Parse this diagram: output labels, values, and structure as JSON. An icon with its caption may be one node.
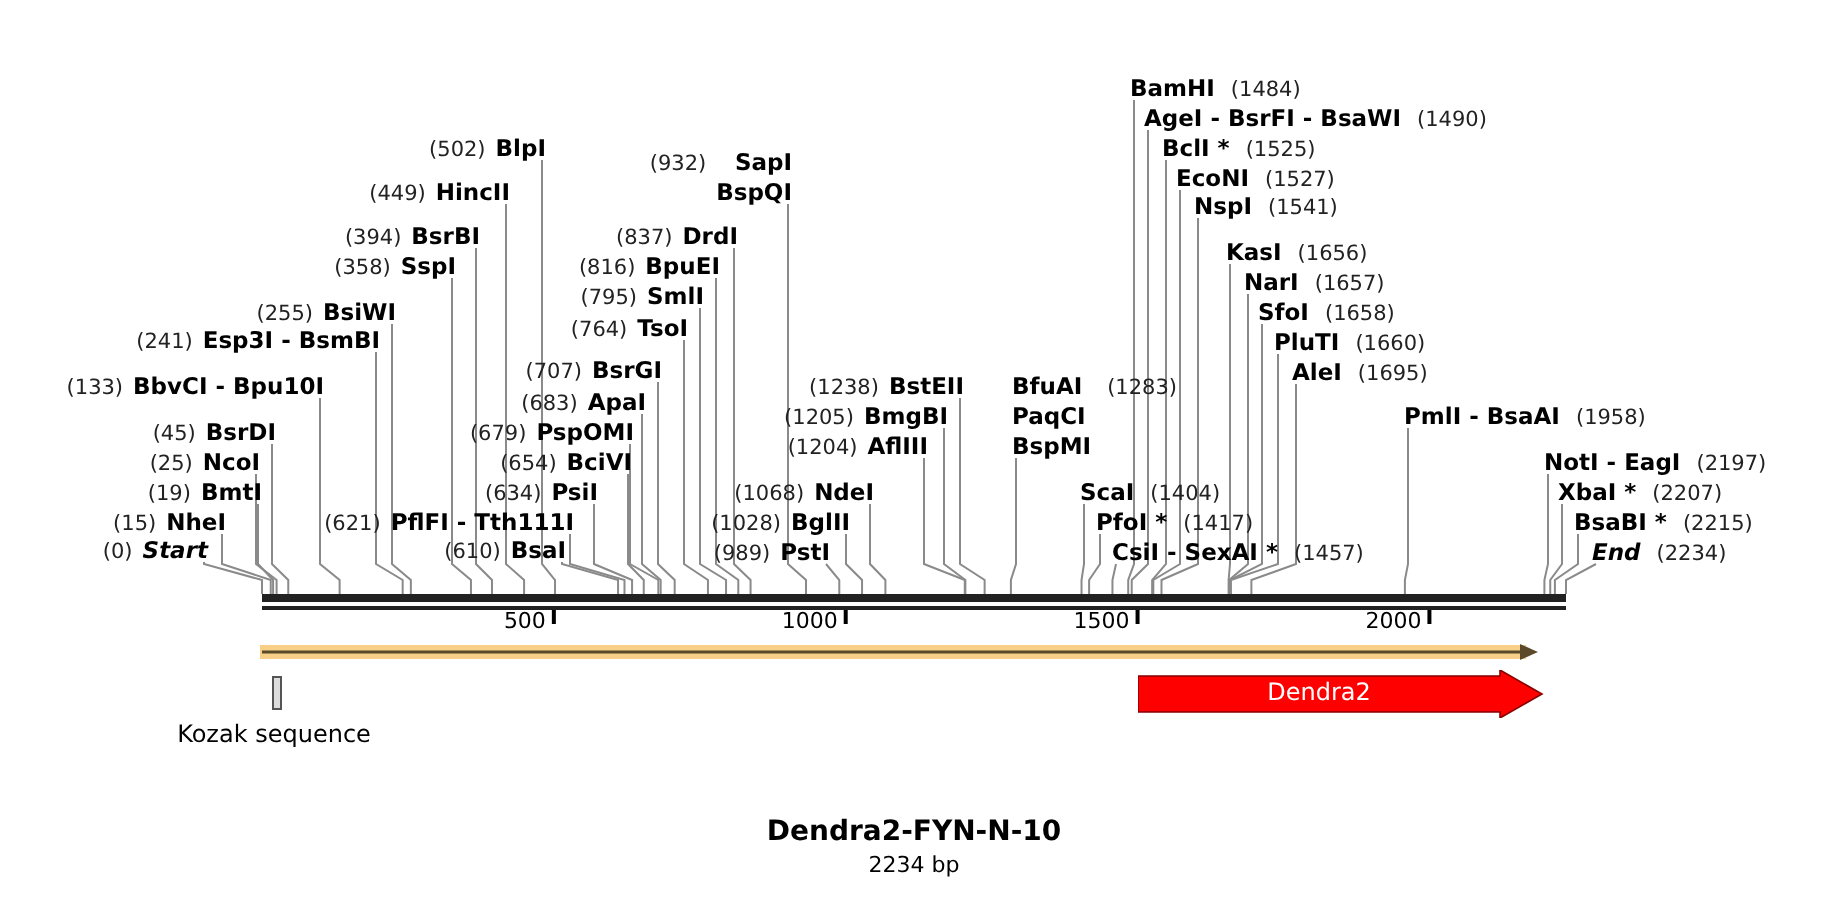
{
  "diagram": {
    "title": "Dendra2-FYN-N-10",
    "caption": "2234 bp",
    "nodes": [
      {
        "text": [
          "Start"
        ],
        "beside": [
          "(0)"
        ]
      },
      {
        "text": [
          "NheI"
        ],
        "beside": [
          "(15)"
        ]
      },
      {
        "text": [
          "BmtI"
        ],
        "beside": [
          "(19)"
        ]
      },
      {
        "text": [
          "NcoI"
        ],
        "beside": [
          "(25)"
        ]
      },
      {
        "text": [
          "BsrDI"
        ],
        "beside": [
          "(45)"
        ]
      },
      {
        "text": [
          "BbvCI - Bpu10I"
        ],
        "beside": [
          "(133)"
        ]
      },
      {
        "text": [
          "Esp3I - BsmBI"
        ],
        "beside": [
          "(241)"
        ]
      },
      {
        "text": [
          "BsiWI"
        ],
        "beside": [
          "(255)"
        ]
      },
      {
        "text": [
          "SspI"
        ],
        "beside": [
          "(358)"
        ]
      },
      {
        "text": [
          "BsrBI"
        ],
        "beside": [
          "(394)"
        ]
      },
      {
        "text": [
          "HincII"
        ],
        "beside": [
          "(449)"
        ]
      },
      {
        "text": [
          "BlpI"
        ],
        "beside": [
          "(502)"
        ]
      },
      {
        "text": [
          "BsaI"
        ],
        "beside": [
          "(610)"
        ]
      },
      {
        "text": [
          "PflFI - Tth111I"
        ],
        "beside": [
          "(621)"
        ]
      },
      {
        "text": [
          "PsiI"
        ],
        "beside": [
          "(634)"
        ]
      },
      {
        "text": [
          "BciVI"
        ],
        "beside": [
          "(654)"
        ]
      },
      {
        "text": [
          "PspOMI"
        ],
        "beside": [
          "(679)"
        ]
      },
      {
        "text": [
          "ApaI"
        ],
        "beside": [
          "(683)"
        ]
      },
      {
        "text": [
          "BsrGI"
        ],
        "beside": [
          "(707)"
        ]
      },
      {
        "text": [
          "TsoI"
        ],
        "beside": [
          "(764)"
        ]
      },
      {
        "text": [
          "SmlI"
        ],
        "beside": [
          "(795)"
        ]
      },
      {
        "text": [
          "BpuEI"
        ],
        "beside": [
          "(816)"
        ]
      },
      {
        "text": [
          "DrdI"
        ],
        "beside": [
          "(837)"
        ]
      },
      {
        "text": [
          "SapI",
          "BspQI"
        ],
        "beside": [
          "(932)"
        ]
      },
      {
        "text": [
          "PstI"
        ],
        "beside": [
          "(989)"
        ]
      },
      {
        "text": [
          "BglII"
        ],
        "beside": [
          "(1028)"
        ]
      },
      {
        "text": [
          "NdeI"
        ],
        "beside": [
          "(1068)"
        ]
      },
      {
        "text": [
          "AflIII"
        ],
        "beside": [
          "(1204)"
        ]
      },
      {
        "text": [
          "BmgBI"
        ],
        "beside": [
          "(1205)"
        ]
      },
      {
        "text": [
          "BstEII"
        ],
        "beside": [
          "(1238)"
        ]
      },
      {
        "text": [
          "BfuAI",
          "PaqCI",
          "BspMI"
        ],
        "beside": [
          "(1283)"
        ]
      },
      {
        "text": [
          "ScaI"
        ],
        "beside": [
          "(1404)"
        ]
      },
      {
        "text": [
          "PfoI *"
        ],
        "beside": [
          "(1417)"
        ]
      },
      {
        "text": [
          "CsiI - SexAI *"
        ],
        "beside": [
          "(1457)"
        ]
      },
      {
        "text": [
          "BamHI"
        ],
        "beside": [
          "(1484)"
        ]
      },
      {
        "text": [
          "AgeI - BsrFI - BsaWI"
        ],
        "beside": [
          "(1490)"
        ]
      },
      {
        "text": [
          "BclI *"
        ],
        "beside": [
          "(1525)"
        ]
      },
      {
        "text": [
          "EcoNI"
        ],
        "beside": [
          "(1527)"
        ]
      },
      {
        "text": [
          "NspI"
        ],
        "beside": [
          "(1541)"
        ]
      },
      {
        "text": [
          "KasI"
        ],
        "beside": [
          "(1656)"
        ]
      },
      {
        "text": [
          "NarI"
        ],
        "beside": [
          "(1657)"
        ]
      },
      {
        "text": [
          "SfoI"
        ],
        "beside": [
          "(1658)"
        ]
      },
      {
        "text": [
          "PluTI"
        ],
        "beside": [
          "(1660)"
        ]
      },
      {
        "text": [
          "AleI"
        ],
        "beside": [
          "(1695)"
        ]
      },
      {
        "text": [
          "PmlI - BsaAI"
        ],
        "beside": [
          "(1958)"
        ]
      },
      {
        "text": [
          "NotI - EagI"
        ],
        "beside": [
          "(2197)"
        ]
      },
      {
        "text": [
          "XbaI *"
        ],
        "beside": [
          "(2207)"
        ]
      },
      {
        "text": [
          "BsaBI *"
        ],
        "beside": [
          "(2215)"
        ]
      },
      {
        "text": [
          "End"
        ],
        "beside": [
          "(2234)"
        ]
      },
      {
        "text": [],
        "shape": "bar"
      },
      {
        "text": [
          "Kozak sequence"
        ]
      },
      {
        "text": [
          "Dendra2"
        ]
      }
    ],
    "edges": [
      {
        "from": 0,
        "to": 49,
        "arrow": "none"
      },
      {
        "from": 1,
        "to": 49,
        "arrow": "none"
      },
      {
        "from": 2,
        "to": 49,
        "arrow": "none"
      },
      {
        "from": 3,
        "to": 49,
        "arrow": "none"
      },
      {
        "from": 4,
        "to": 49,
        "arrow": "none"
      },
      {
        "from": 5,
        "to": 49,
        "arrow": "none"
      },
      {
        "from": 6,
        "to": 49,
        "arrow": "none"
      },
      {
        "from": 7,
        "to": 49,
        "arrow": "none"
      },
      {
        "from": 8,
        "to": 49,
        "arrow": "none"
      },
      {
        "from": 9,
        "to": 49,
        "arrow": "none"
      },
      {
        "from": 10,
        "to": 49,
        "arrow": "none"
      },
      {
        "from": 11,
        "to": 49,
        "arrow": "none"
      },
      {
        "from": 12,
        "to": 49,
        "arrow": "none"
      },
      {
        "from": 13,
        "to": 49,
        "arrow": "none"
      },
      {
        "from": 14,
        "to": 49,
        "arrow": "none"
      },
      {
        "from": 15,
        "to": 49,
        "arrow": "none"
      },
      {
        "from": 16,
        "to": 49,
        "arrow": "none"
      },
      {
        "from": 17,
        "to": 49,
        "arrow": "none"
      },
      {
        "from": 18,
        "to": 49,
        "arrow": "none"
      },
      {
        "from": 19,
        "to": 49,
        "arrow": "none"
      },
      {
        "from": 20,
        "to": 49,
        "arrow": "none"
      },
      {
        "from": 21,
        "to": 49,
        "arrow": "none"
      },
      {
        "from": 22,
        "to": 49,
        "arrow": "none"
      },
      {
        "from": 23,
        "to": 49,
        "arrow": "none"
      },
      {
        "from": 24,
        "to": 49,
        "arrow": "none"
      },
      {
        "from": 25,
        "to": 49,
        "arrow": "none"
      },
      {
        "from": 26,
        "to": 49,
        "arrow": "none"
      },
      {
        "from": 27,
        "to": 49,
        "arrow": "none"
      },
      {
        "from": 28,
        "to": 49,
        "arrow": "none"
      },
      {
        "from": 29,
        "to": 49,
        "arrow": "none"
      },
      {
        "from": 30,
        "to": 49,
        "arrow": "none"
      },
      {
        "from": 31,
        "to": 49,
        "arrow": "none"
      },
      {
        "from": 32,
        "to": 49,
        "arrow": "none"
      },
      {
        "from": 33,
        "to": 49,
        "arrow": "none"
      },
      {
        "from": 34,
        "to": 49,
        "arrow": "none"
      },
      {
        "from": 35,
        "to": 49,
        "arrow": "none"
      },
      {
        "from": 36,
        "to": 49,
        "arrow": "none"
      },
      {
        "from": 37,
        "to": 49,
        "arrow": "none"
      },
      {
        "from": 38,
        "to": 49,
        "arrow": "none"
      },
      {
        "from": 39,
        "to": 49,
        "arrow": "none"
      },
      {
        "from": 40,
        "to": 49,
        "arrow": "none"
      },
      {
        "from": 41,
        "to": 49,
        "arrow": "none"
      },
      {
        "from": 42,
        "to": 49,
        "arrow": "none"
      },
      {
        "from": 43,
        "to": 49,
        "arrow": "none"
      },
      {
        "from": 44,
        "to": 49,
        "arrow": "none"
      },
      {
        "from": 45,
        "to": 49,
        "arrow": "none"
      },
      {
        "from": 46,
        "to": 49,
        "arrow": "none"
      },
      {
        "from": 47,
        "to": 49,
        "arrow": "none"
      },
      {
        "from": 48,
        "to": 49,
        "arrow": "none"
      }
    ],
    "labels": [
      "500",
      "1000",
      "1500",
      "2000"
    ]
  }
}
